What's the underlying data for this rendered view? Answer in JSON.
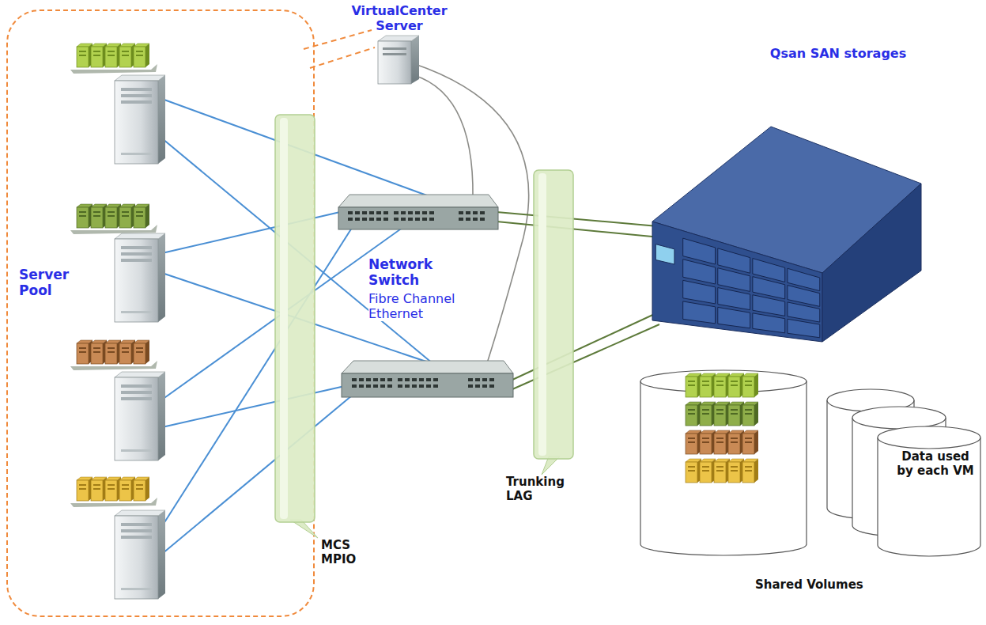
{
  "diagram": {
    "nodes": [
      {
        "text": [
          "Server Pool"
        ]
      },
      {
        "text": [
          "VirtualCenter Server"
        ]
      },
      {
        "text": [
          "Network Switch",
          "Fibre Channel Ethernet"
        ]
      },
      {
        "text": [
          "MCS MPIO"
        ]
      },
      {
        "text": [
          "Trunking LAG"
        ]
      },
      {
        "text": [
          "Qsan SAN storages"
        ]
      },
      {
        "text": [
          "Shared Volumes"
        ]
      },
      {
        "text": [
          "Data used by each VM"
        ]
      }
    ]
  }
}
